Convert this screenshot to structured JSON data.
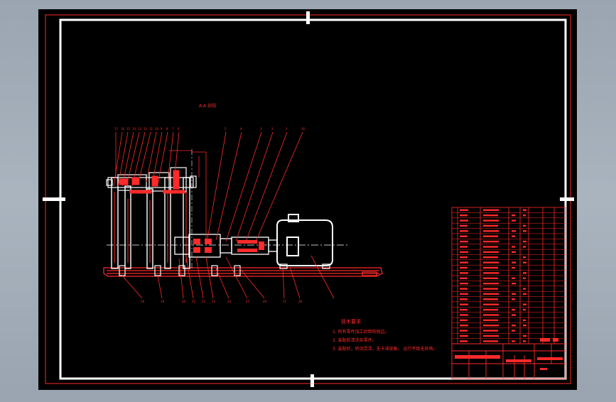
{
  "view_title": "A-A 剖视",
  "tech_requirements": {
    "heading": "技术要求",
    "items": [
      "1. 所有零件加工后倒钝锐边。",
      "2. 装配前清洗各零件。",
      "3. 装配后，转动灵活，无卡滞现象。 运行平稳无异响。"
    ]
  },
  "leader_numbers_top": [
    "17",
    "16",
    "15",
    "14",
    "13",
    "12",
    "11",
    "10",
    "9",
    "8",
    "7",
    "6"
  ],
  "leader_numbers_top_right": [
    "5",
    "4",
    "3",
    "2",
    "1",
    "26"
  ],
  "leader_numbers_bottom": [
    "18",
    "19",
    "20",
    "21",
    "22",
    "23",
    "24",
    "25",
    "26",
    "27",
    "28"
  ],
  "colors": {
    "sheet": "#000000",
    "frame": "#ffffff",
    "drawing": "#ff2a2a",
    "outline": "#ffffff",
    "background": "#a3adb8"
  }
}
